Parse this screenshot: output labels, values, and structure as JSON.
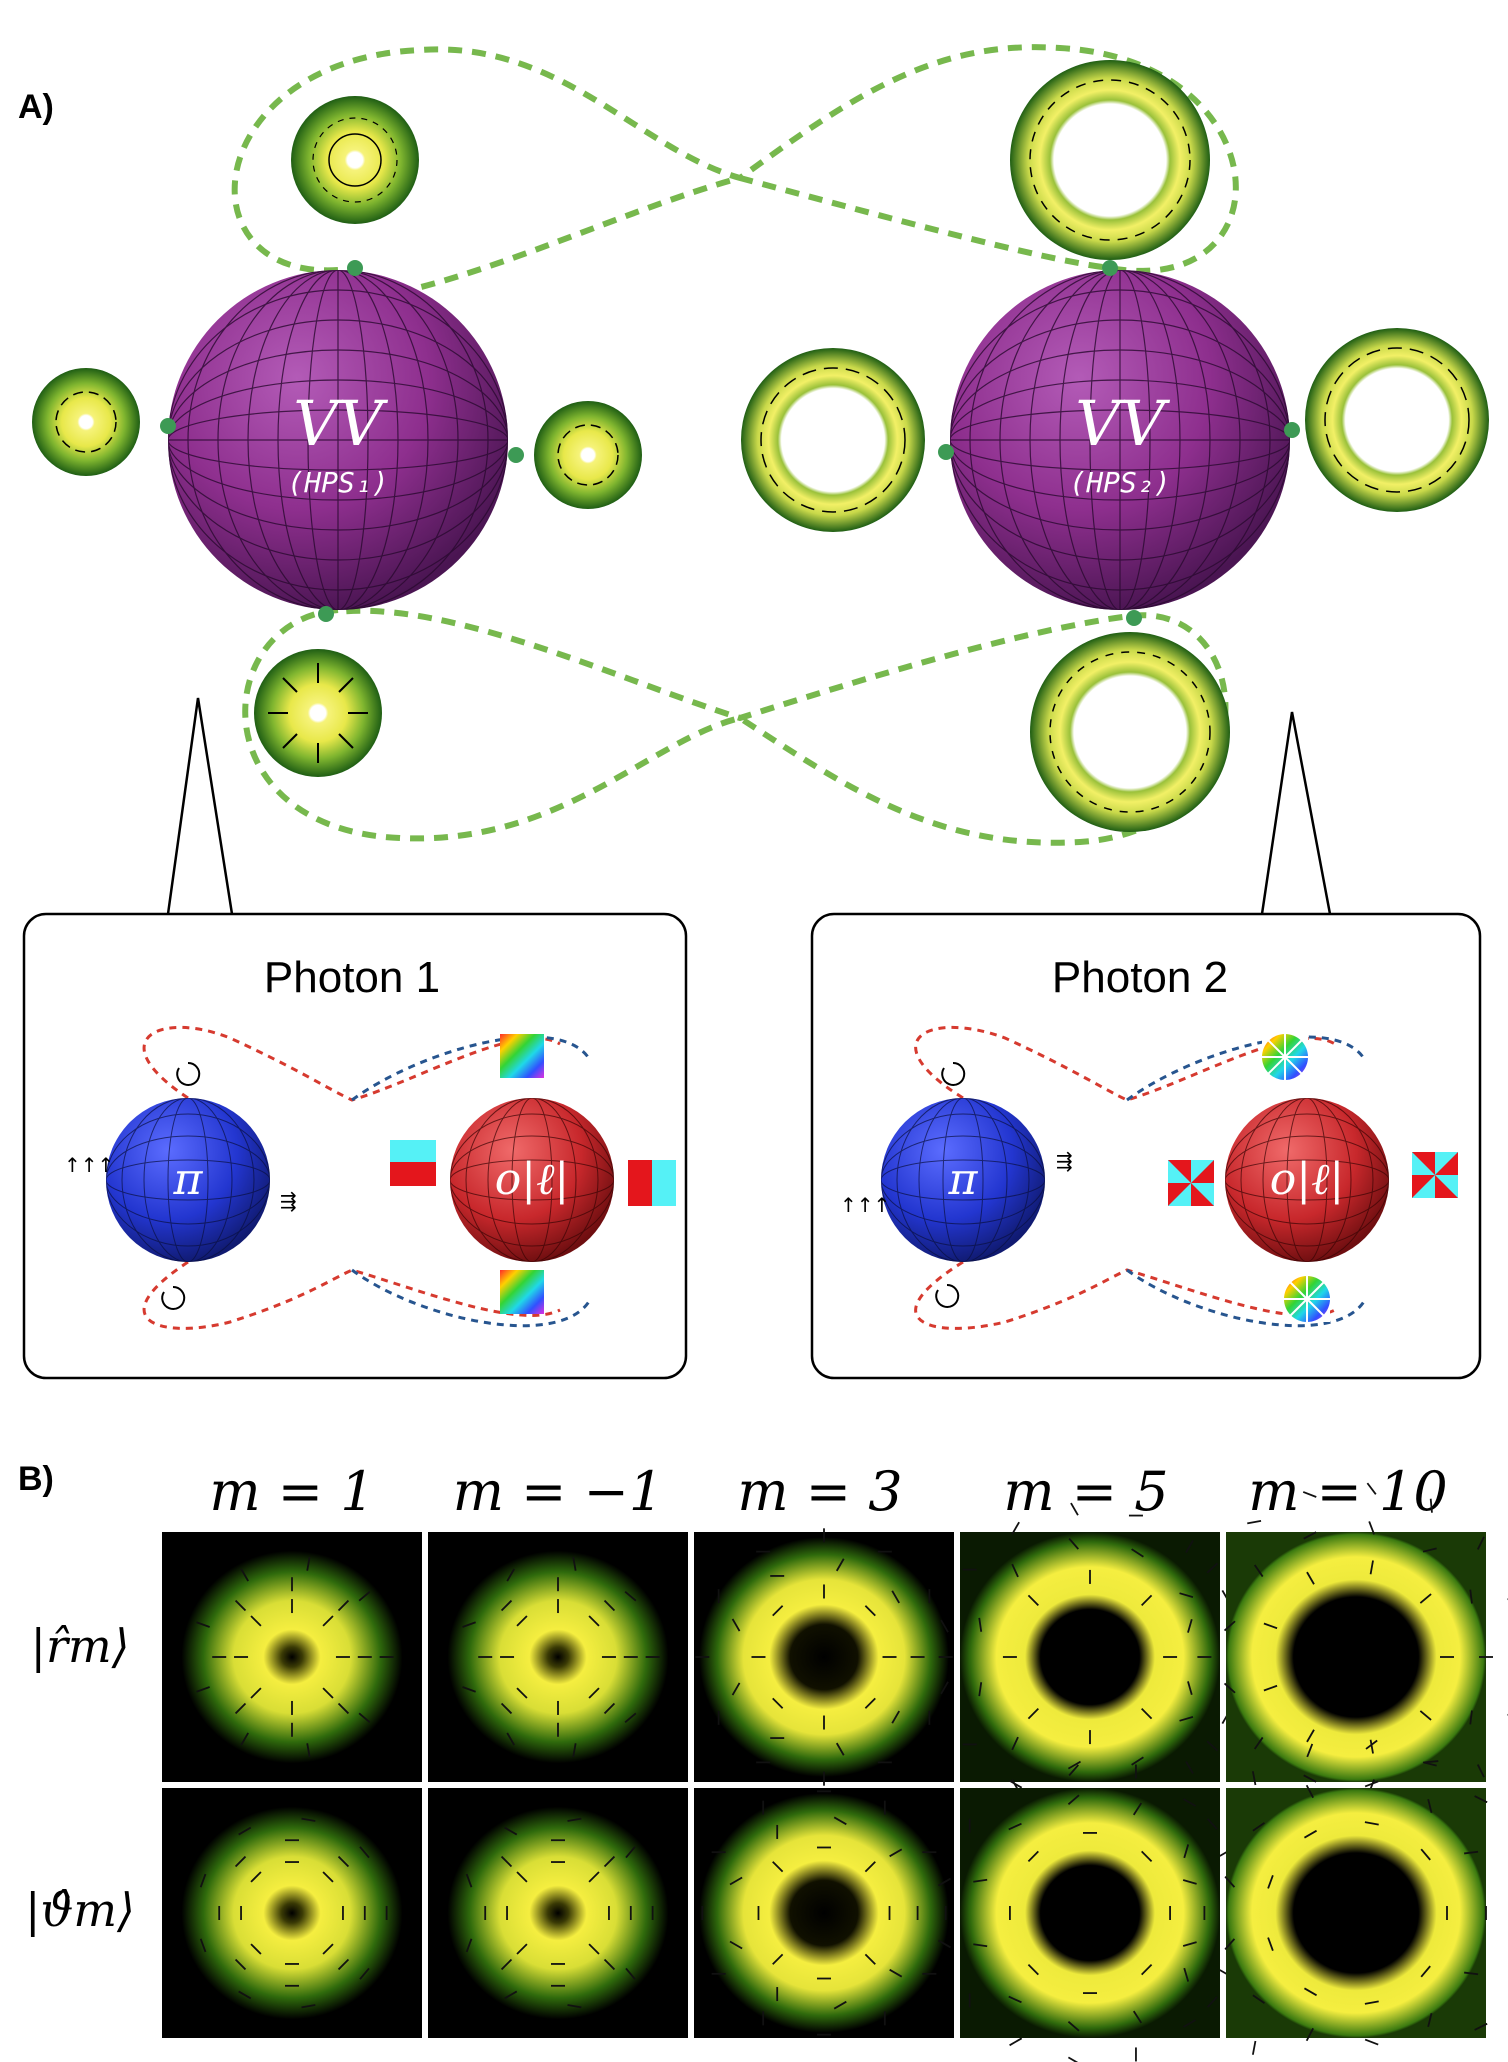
{
  "panel_a": {
    "label": "A)",
    "sphere_left": {
      "main": "VV",
      "sub": "(HPS₁)"
    },
    "sphere_right": {
      "main": "VV",
      "sub": "(HPS₂)"
    },
    "photon1": {
      "title": "Photon 1",
      "pol_symbol": "π",
      "oam_symbol": "o|ℓ|"
    },
    "photon2": {
      "title": "Photon 2",
      "pol_symbol": "π",
      "oam_symbol": "o|ℓ|"
    },
    "colors": {
      "hps_sphere": "#8e2f8e",
      "loop": "#77b84d",
      "pol_sphere": "#2b3fd6",
      "oam_sphere": "#c8282c",
      "red_dash": "#d63a2f",
      "blue_dash": "#27558f"
    }
  },
  "panel_b": {
    "label": "B)",
    "columns": [
      "m = 1",
      "m = −1",
      "m = 3",
      "m = 5",
      "m = 10"
    ],
    "rows": [
      "|r̂m⟩",
      "|ϑ̂m⟩"
    ],
    "m_values": [
      1,
      -1,
      3,
      5,
      10
    ]
  }
}
